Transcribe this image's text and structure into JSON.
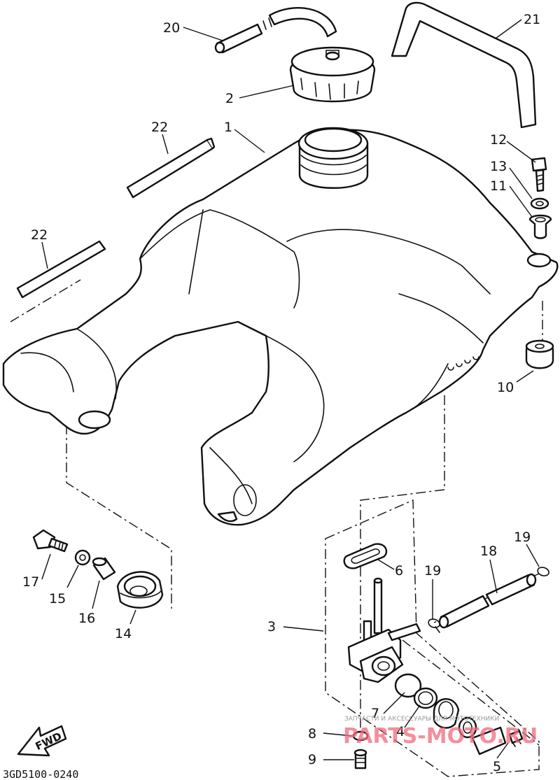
{
  "callouts": {
    "c1": "1",
    "c2": "2",
    "c3": "3",
    "c4": "4",
    "c5": "5",
    "c6": "6",
    "c7": "7",
    "c8": "8",
    "c9": "9",
    "c10": "10",
    "c11": "11",
    "c12": "12",
    "c13": "13",
    "c14": "14",
    "c15": "15",
    "c16": "16",
    "c17": "17",
    "c18": "18",
    "c19a": "19",
    "c19b": "19",
    "c20": "20",
    "c21": "21",
    "c22a": "22",
    "c22b": "22"
  },
  "diagram_code": "3GD5100-0240",
  "direction_arrow_label": "FWD",
  "watermark": {
    "caption": "ЗАПЧАСТИ И АКСЕССУАРЫ ДЛЯ МОТОТЕХНИКИ",
    "logo": "PARTS-MOTO.RU"
  }
}
